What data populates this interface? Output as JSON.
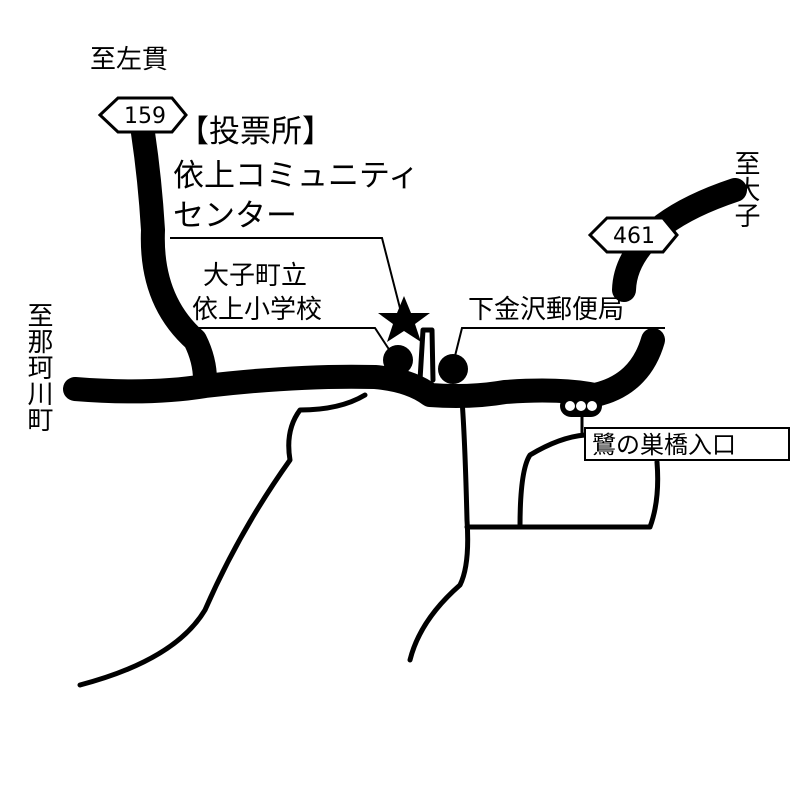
{
  "directions": {
    "north": "至左貫",
    "east": "至大子",
    "west": "至那珂川町"
  },
  "route_shields": {
    "r159": "159",
    "r461": "461"
  },
  "labels": {
    "polling_header": "【投票所】",
    "polling_name_1": "依上コミュニティ",
    "polling_name_2": "センター",
    "school_1": "大子町立",
    "school_2": "依上小学校",
    "post_office": "下金沢郵便局",
    "bus_stop": "鷺の巣橋入口"
  },
  "colors": {
    "ink": "#000000",
    "paper": "#ffffff"
  },
  "icons": {
    "polling_place": "star-icon",
    "school": "circle-marker-icon",
    "post_office": "circle-marker-icon",
    "bus_stop": "signal-icon"
  }
}
